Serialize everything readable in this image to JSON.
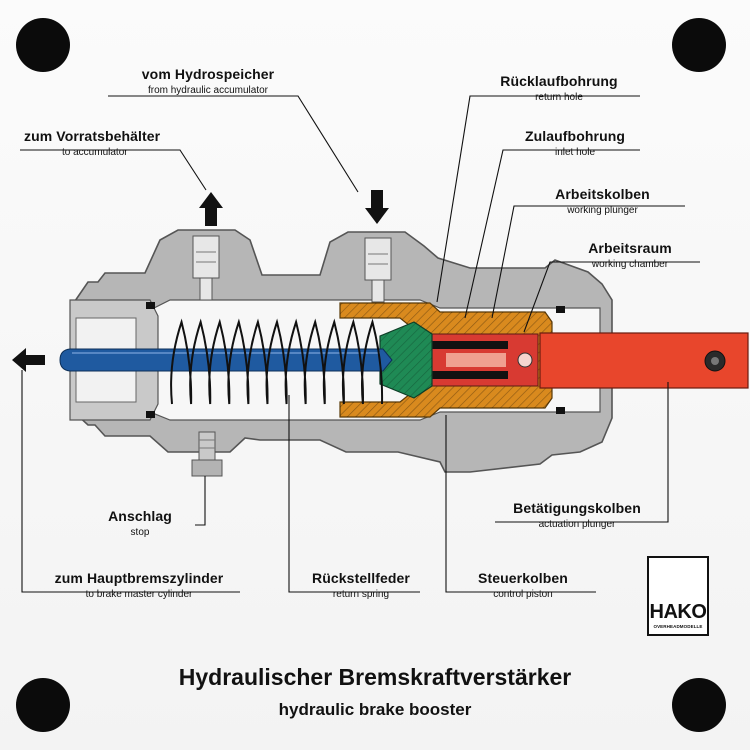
{
  "labels": {
    "vom_hydrospeicher": {
      "de": "vom Hydrospeicher",
      "en": "from hydraulic accumulator"
    },
    "zum_vorratsbehaelter": {
      "de": "zum Vorratsbehälter",
      "en": "to accumulator"
    },
    "ruecklaufbohrung": {
      "de": "Rücklaufbohrung",
      "en": "return hole"
    },
    "zulaufbohrung": {
      "de": "Zulaufbohrung",
      "en": "inlet hole"
    },
    "arbeitskolben": {
      "de": "Arbeitskolben",
      "en": "working plunger"
    },
    "arbeitsraum": {
      "de": "Arbeitsraum",
      "en": "working chamber"
    },
    "anschlag": {
      "de": "Anschlag",
      "en": "stop"
    },
    "betaetigungskolben": {
      "de": "Betätigungskolben",
      "en": "actuation plunger"
    },
    "hauptbremszylinder": {
      "de": "zum Hauptbremszylinder",
      "en": "to brake master cylinder"
    },
    "rueckstellfeder": {
      "de": "Rückstellfeder",
      "en": "return spring"
    },
    "steuerkolben": {
      "de": "Steuerkolben",
      "en": "control piston"
    }
  },
  "title": {
    "de": "Hydraulischer Bremskraftverstärker",
    "en": "hydraulic brake booster"
  },
  "logo": {
    "mark": "HAKO",
    "sub": "OVERHEADMODELLE"
  },
  "colors": {
    "housing": "#b6b6b6",
    "housing_dark": "#6f6f6f",
    "push_rod": "#1f5aa0",
    "actuation_plunger": "#e8462c",
    "control_body": "#d98a1e",
    "control_tip": "#1f8a55",
    "working_chamber": "#d83a32",
    "background": "#f6f6f6"
  }
}
